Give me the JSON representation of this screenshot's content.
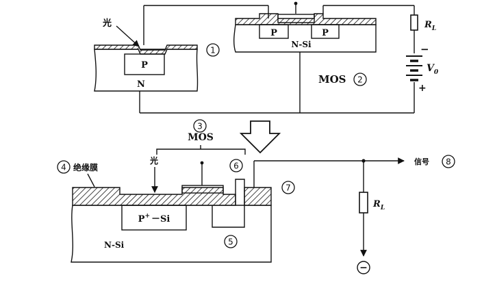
{
  "top": {
    "light_label": "光",
    "p_region": "P",
    "n_region": "N",
    "p_left": "P",
    "p_right": "P",
    "nsi_label": "N-Si",
    "mos_label": "MOS",
    "load_label": "R",
    "load_sub": "L",
    "voltage_label": "V",
    "voltage_sub": "0",
    "minus_sign": "−",
    "plus_sign": "+",
    "marker_1": "1",
    "marker_2": "2"
  },
  "middle": {
    "marker_3": "3",
    "mos_label": "MOS"
  },
  "bottom": {
    "marker_4": "4",
    "film_label": "绝缘膜",
    "light_label": "光",
    "p_region_main": "P",
    "p_region_sup": "+",
    "p_region_rest": "－Si",
    "nsi_label": "N-Si",
    "marker_5": "5",
    "marker_6": "6",
    "marker_7": "7",
    "signal_label": "信号",
    "marker_8": "8",
    "load_label": "R",
    "load_sub": "L",
    "ground_sign": "−"
  }
}
